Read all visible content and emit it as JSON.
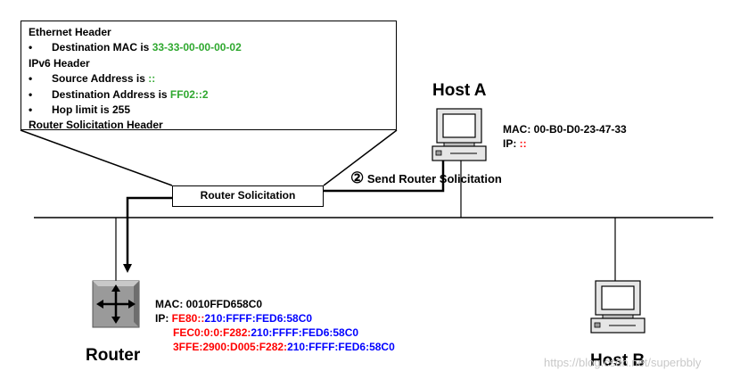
{
  "callout": {
    "ethernet_header": "Ethernet Header",
    "dest_mac_label": "Destination MAC is ",
    "dest_mac_value": "33-33-00-00-00-02",
    "ipv6_header": "IPv6 Header",
    "src_addr_label": "Source Address is ",
    "src_addr_value": "::",
    "dest_addr_label": "Destination Address is ",
    "dest_addr_value": "FF02::2",
    "hop_limit": "Hop limit is 255",
    "rs_header": "Router Solicitation Header",
    "bullet": "•"
  },
  "packet_label": "Router Solicitation",
  "step": {
    "number": "②",
    "label": "Send Router Solicitation"
  },
  "host_a": {
    "name": "Host A",
    "mac": "MAC: 00-B0-D0-23-47-33",
    "ip_label": "IP: ",
    "ip_value": "::"
  },
  "host_b": {
    "name": "Host B"
  },
  "router": {
    "name": "Router",
    "mac": "MAC: 0010FFD658C0",
    "ip_label": "IP: ",
    "addresses": [
      {
        "prefix": "FE80::",
        "suffix": "210:FFFF:FED6:58C0"
      },
      {
        "prefix": "FEC0:0:0:F282:",
        "suffix": "210:FFFF:FED6:58C0"
      },
      {
        "prefix": "3FFE:2900:D005:F282:",
        "suffix": "210:FFFF:FED6:58C0"
      }
    ]
  },
  "watermark": "https://blog.csdn.net/superbbly",
  "colors": {
    "green": "#2fa82f",
    "red": "#ff0000",
    "blue": "#0000ff"
  }
}
